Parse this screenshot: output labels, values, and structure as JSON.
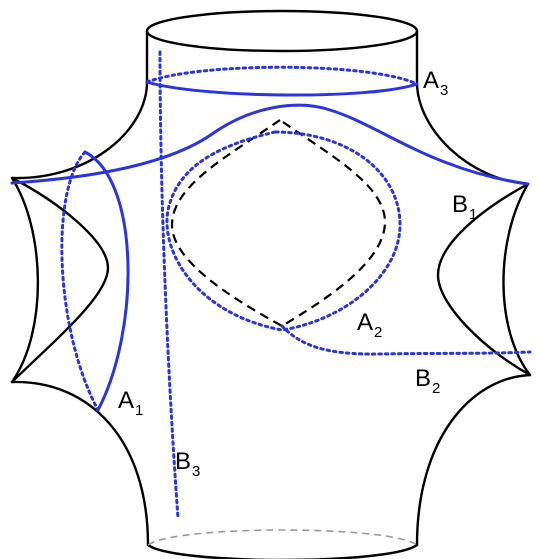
{
  "labels": [
    {
      "id": "A3",
      "base": "A",
      "sub": "3"
    },
    {
      "id": "B1",
      "base": "B",
      "sub": "1"
    },
    {
      "id": "A2",
      "base": "A",
      "sub": "2"
    },
    {
      "id": "B2",
      "base": "B",
      "sub": "2"
    },
    {
      "id": "A1",
      "base": "A",
      "sub": "1"
    },
    {
      "id": "B3",
      "base": "B",
      "sub": "3"
    }
  ],
  "colors": {
    "surface_outline": "#000000",
    "cycle_curves": "#2b34e3",
    "hidden_lines": "#000000",
    "background": "#ffffff"
  }
}
